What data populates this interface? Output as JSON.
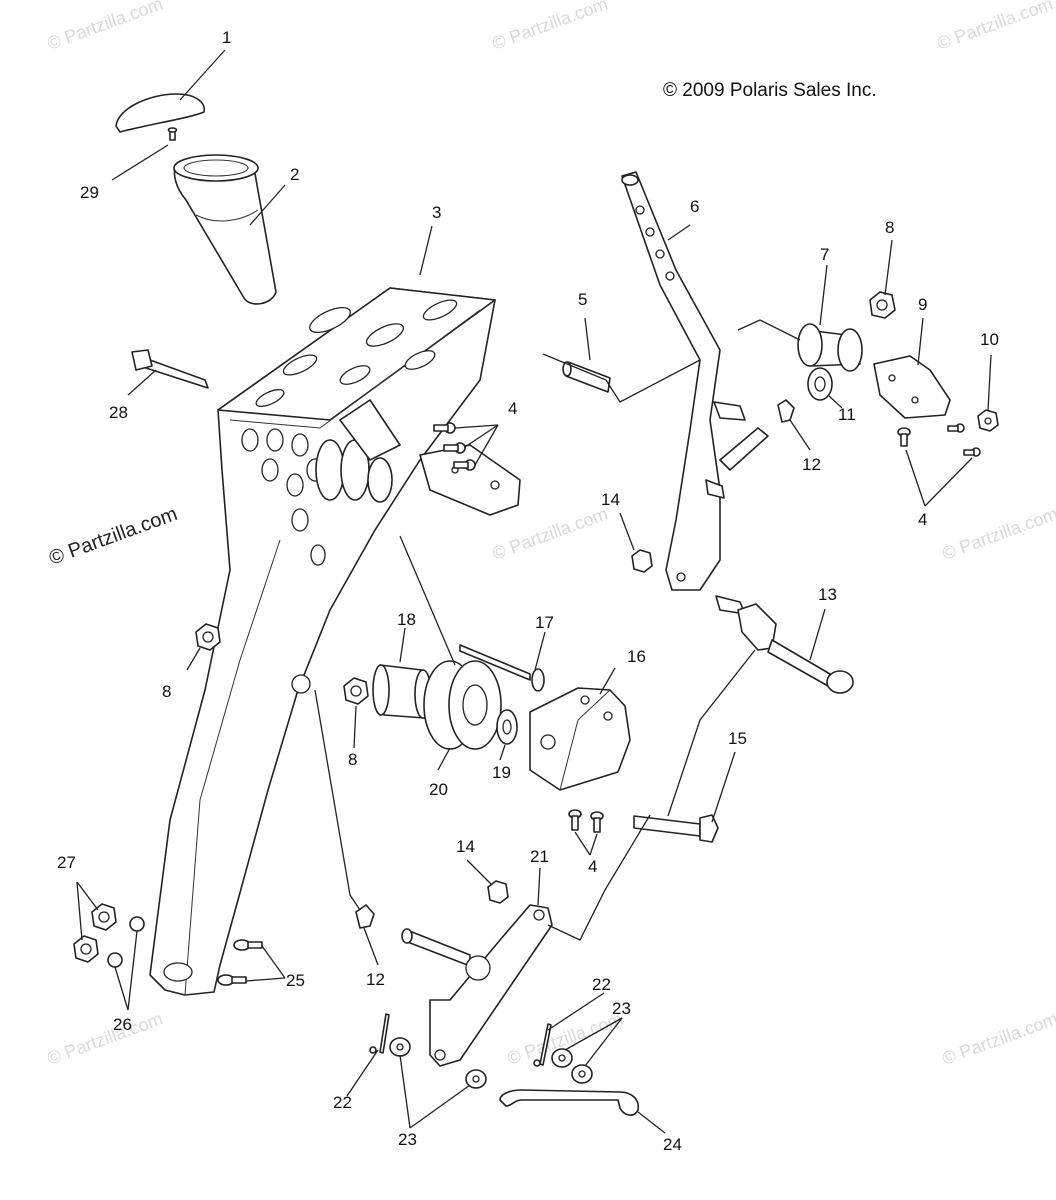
{
  "copyright": "© 2009 Polaris Sales Inc.",
  "watermarks": {
    "faint": "© Partzilla.com",
    "main": "© Partzilla.com"
  },
  "callouts": {
    "c1": "1",
    "c2": "2",
    "c3": "3",
    "c4a": "4",
    "c4b": "4",
    "c4c": "4",
    "c5": "5",
    "c6": "6",
    "c7": "7",
    "c8a": "8",
    "c8b": "8",
    "c8c": "8",
    "c9": "9",
    "c10": "10",
    "c11": "11",
    "c12a": "12",
    "c12b": "12",
    "c13": "13",
    "c14a": "14",
    "c14b": "14",
    "c15": "15",
    "c16": "16",
    "c17": "17",
    "c18": "18",
    "c19": "19",
    "c20": "20",
    "c21": "21",
    "c22a": "22",
    "c22b": "22",
    "c23a": "23",
    "c23b": "23",
    "c24": "24",
    "c25": "25",
    "c26": "26",
    "c27": "27",
    "c28": "28",
    "c29": "29"
  },
  "colors": {
    "line": "#222222",
    "watermark": "#d9d9d9",
    "background": "#ffffff"
  }
}
